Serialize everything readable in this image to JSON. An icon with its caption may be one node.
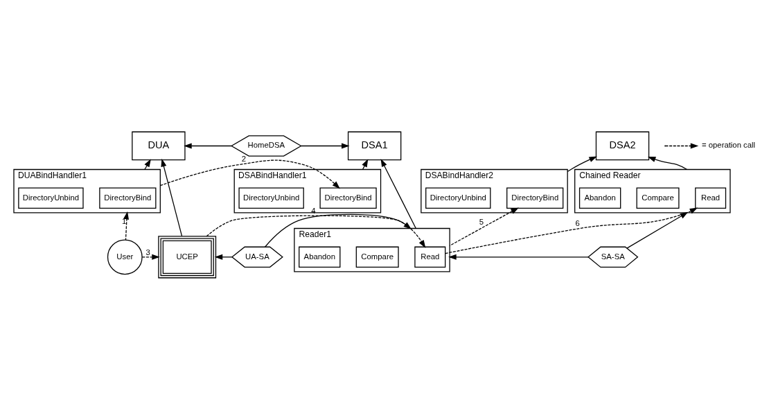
{
  "diagram": {
    "nodes": [
      {
        "text": [
          "DUA"
        ]
      },
      {
        "text": [
          "HomeDSA"
        ]
      },
      {
        "text": [
          "DSA1"
        ]
      },
      {
        "text": [
          "DSA2"
        ]
      },
      {
        "text": [
          "DUABindHandler1"
        ]
      },
      {
        "text": [
          "DirectoryBind"
        ],
        "in": 4
      },
      {
        "text": [
          "DirectoryUnbind"
        ],
        "in": 4
      },
      {
        "text": [
          "DSABindHandler1"
        ]
      },
      {
        "text": [
          "DirectoryBind"
        ],
        "in": 7
      },
      {
        "text": [
          "DirectoryUnbind"
        ],
        "in": 7
      },
      {
        "text": [
          "DSABindHandler2"
        ]
      },
      {
        "text": [
          "DirectoryBind"
        ],
        "in": 10
      },
      {
        "text": [
          "DirectoryUnbind"
        ],
        "in": 10
      },
      {
        "text": [
          "User"
        ]
      },
      {
        "text": [
          "UCEP"
        ]
      },
      {
        "text": [
          "UA-SA"
        ]
      },
      {
        "text": [
          "Reader1"
        ]
      },
      {
        "text": [
          "Read"
        ],
        "in": 16
      },
      {
        "text": [
          "Compare"
        ],
        "in": 16
      },
      {
        "text": [
          "Abandon"
        ],
        "in": 16
      },
      {
        "text": [
          "SA-SA"
        ]
      },
      {
        "text": [
          "Chained Reader"
        ]
      },
      {
        "text": [
          "Read"
        ],
        "in": 21
      },
      {
        "text": [
          "Compare"
        ],
        "in": 21
      },
      {
        "text": [
          "Abandon"
        ],
        "in": 21
      }
    ],
    "edges": [
      {
        "from": 1,
        "to": 0,
        "arrow": "to"
      },
      {
        "from": 1,
        "to": 2,
        "arrow": "to"
      },
      {
        "from": 4,
        "to": 0,
        "arrow": "to"
      },
      {
        "from": 14,
        "to": 0,
        "arrow": "to"
      },
      {
        "from": 7,
        "to": 2,
        "arrow": "to"
      },
      {
        "from": 16,
        "to": 2,
        "arrow": "to"
      },
      {
        "from": 10,
        "to": 3,
        "arrow": "to"
      },
      {
        "from": 21,
        "to": 3,
        "arrow": "to"
      },
      {
        "from": 4,
        "to": 8,
        "arrow": "to",
        "label": "2",
        "style": "dashed"
      },
      {
        "from": 13,
        "to": 4,
        "arrow": "to",
        "label": "1",
        "style": "dashed"
      },
      {
        "from": 13,
        "to": 14,
        "arrow": "to",
        "label": "3",
        "style": "dashed"
      },
      {
        "from": 15,
        "to": 14,
        "arrow": "to"
      },
      {
        "from": 15,
        "to": 16,
        "arrow": "to"
      },
      {
        "from": 14,
        "to": 17,
        "arrow": "to",
        "label": "4",
        "style": "dashed"
      },
      {
        "from": 16,
        "to": 11,
        "arrow": "to",
        "label": "5",
        "style": "dashed"
      },
      {
        "from": 20,
        "to": 16,
        "arrow": "to"
      },
      {
        "from": 20,
        "to": 21,
        "arrow": "to"
      },
      {
        "from": 17,
        "to": 22,
        "arrow": "to",
        "label": "6",
        "style": "dashed"
      }
    ],
    "legend": [
      {
        "text": "= operation call"
      }
    ]
  }
}
